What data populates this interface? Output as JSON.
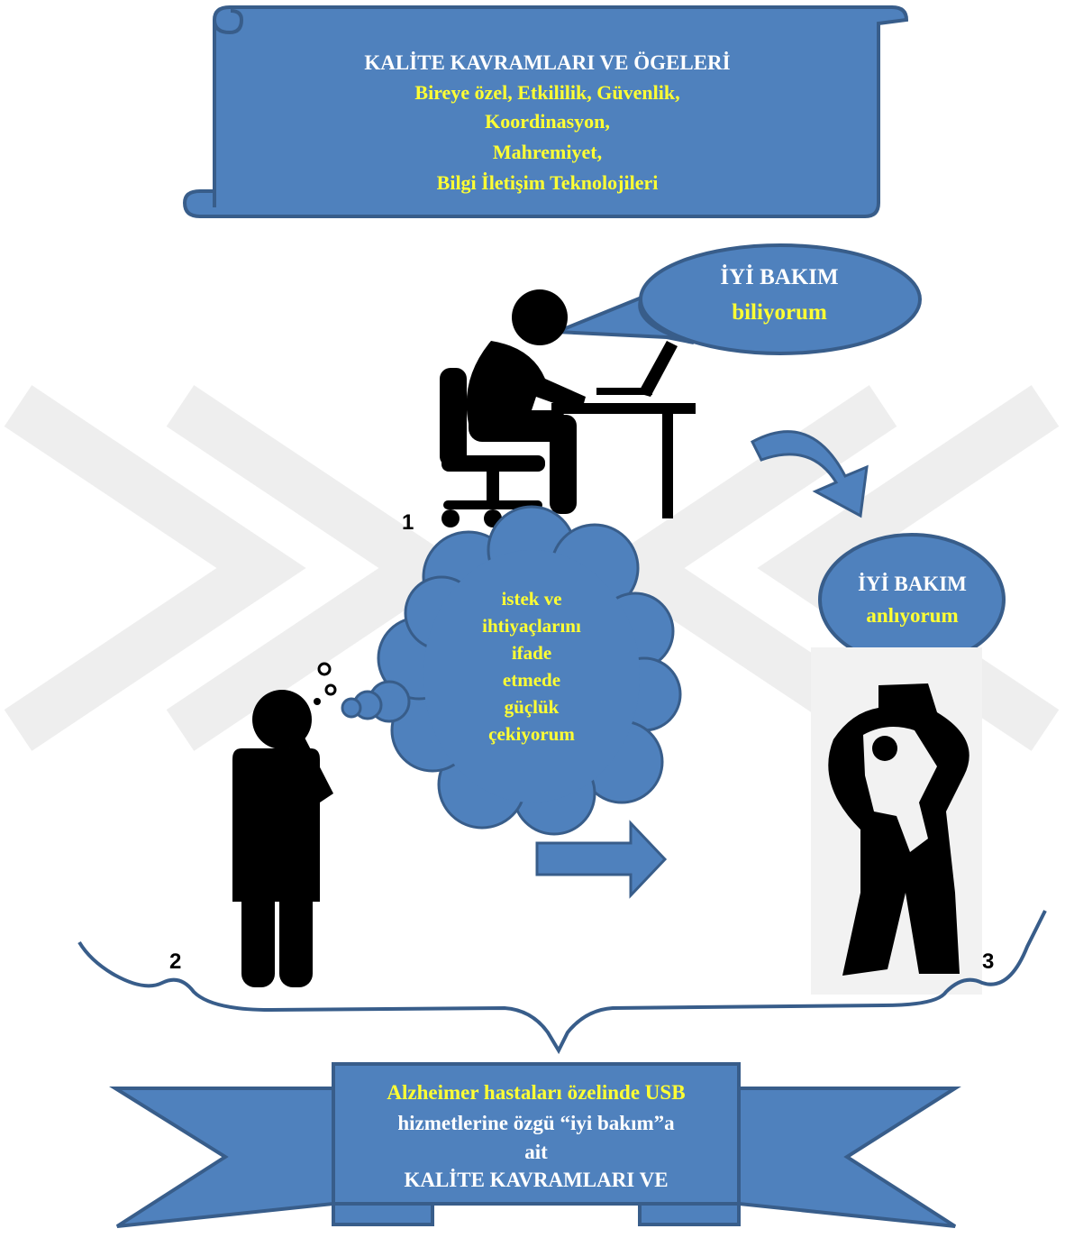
{
  "scroll": {
    "title": "KALİTE KAVRAMLARI VE ÖGELERİ",
    "line1": "Bireye özel, Etkililik,  Güvenlik,",
    "line2": "Koordinasyon,",
    "line3": "Mahremiyet,",
    "line4": "Bilgi İletişim Teknolojileri"
  },
  "bubble1": {
    "title": "İYİ BAKIM",
    "subtitle": "biliyorum"
  },
  "bubble3": {
    "title": "İYİ BAKIM",
    "subtitle": "anlıyorum"
  },
  "cloud": {
    "lines": [
      "istek ve",
      "ihtiyaçlarını",
      "ifade",
      "etmede",
      "güçlük",
      "çekiyorum"
    ]
  },
  "labels": {
    "one": "1",
    "two": "2",
    "three": "3"
  },
  "banner": {
    "line1": "Alzheimer hastaları özelinde USB",
    "line2": "hizmetlerine özgü “iyi bakım”a",
    "line3": "ait",
    "line4": "KALİTE KAVRAMLARI VE"
  },
  "colors": {
    "fill": "#4f81bd",
    "stroke": "#385d8a",
    "accent_text": "#ffff33",
    "title_text": "#ffffff"
  }
}
